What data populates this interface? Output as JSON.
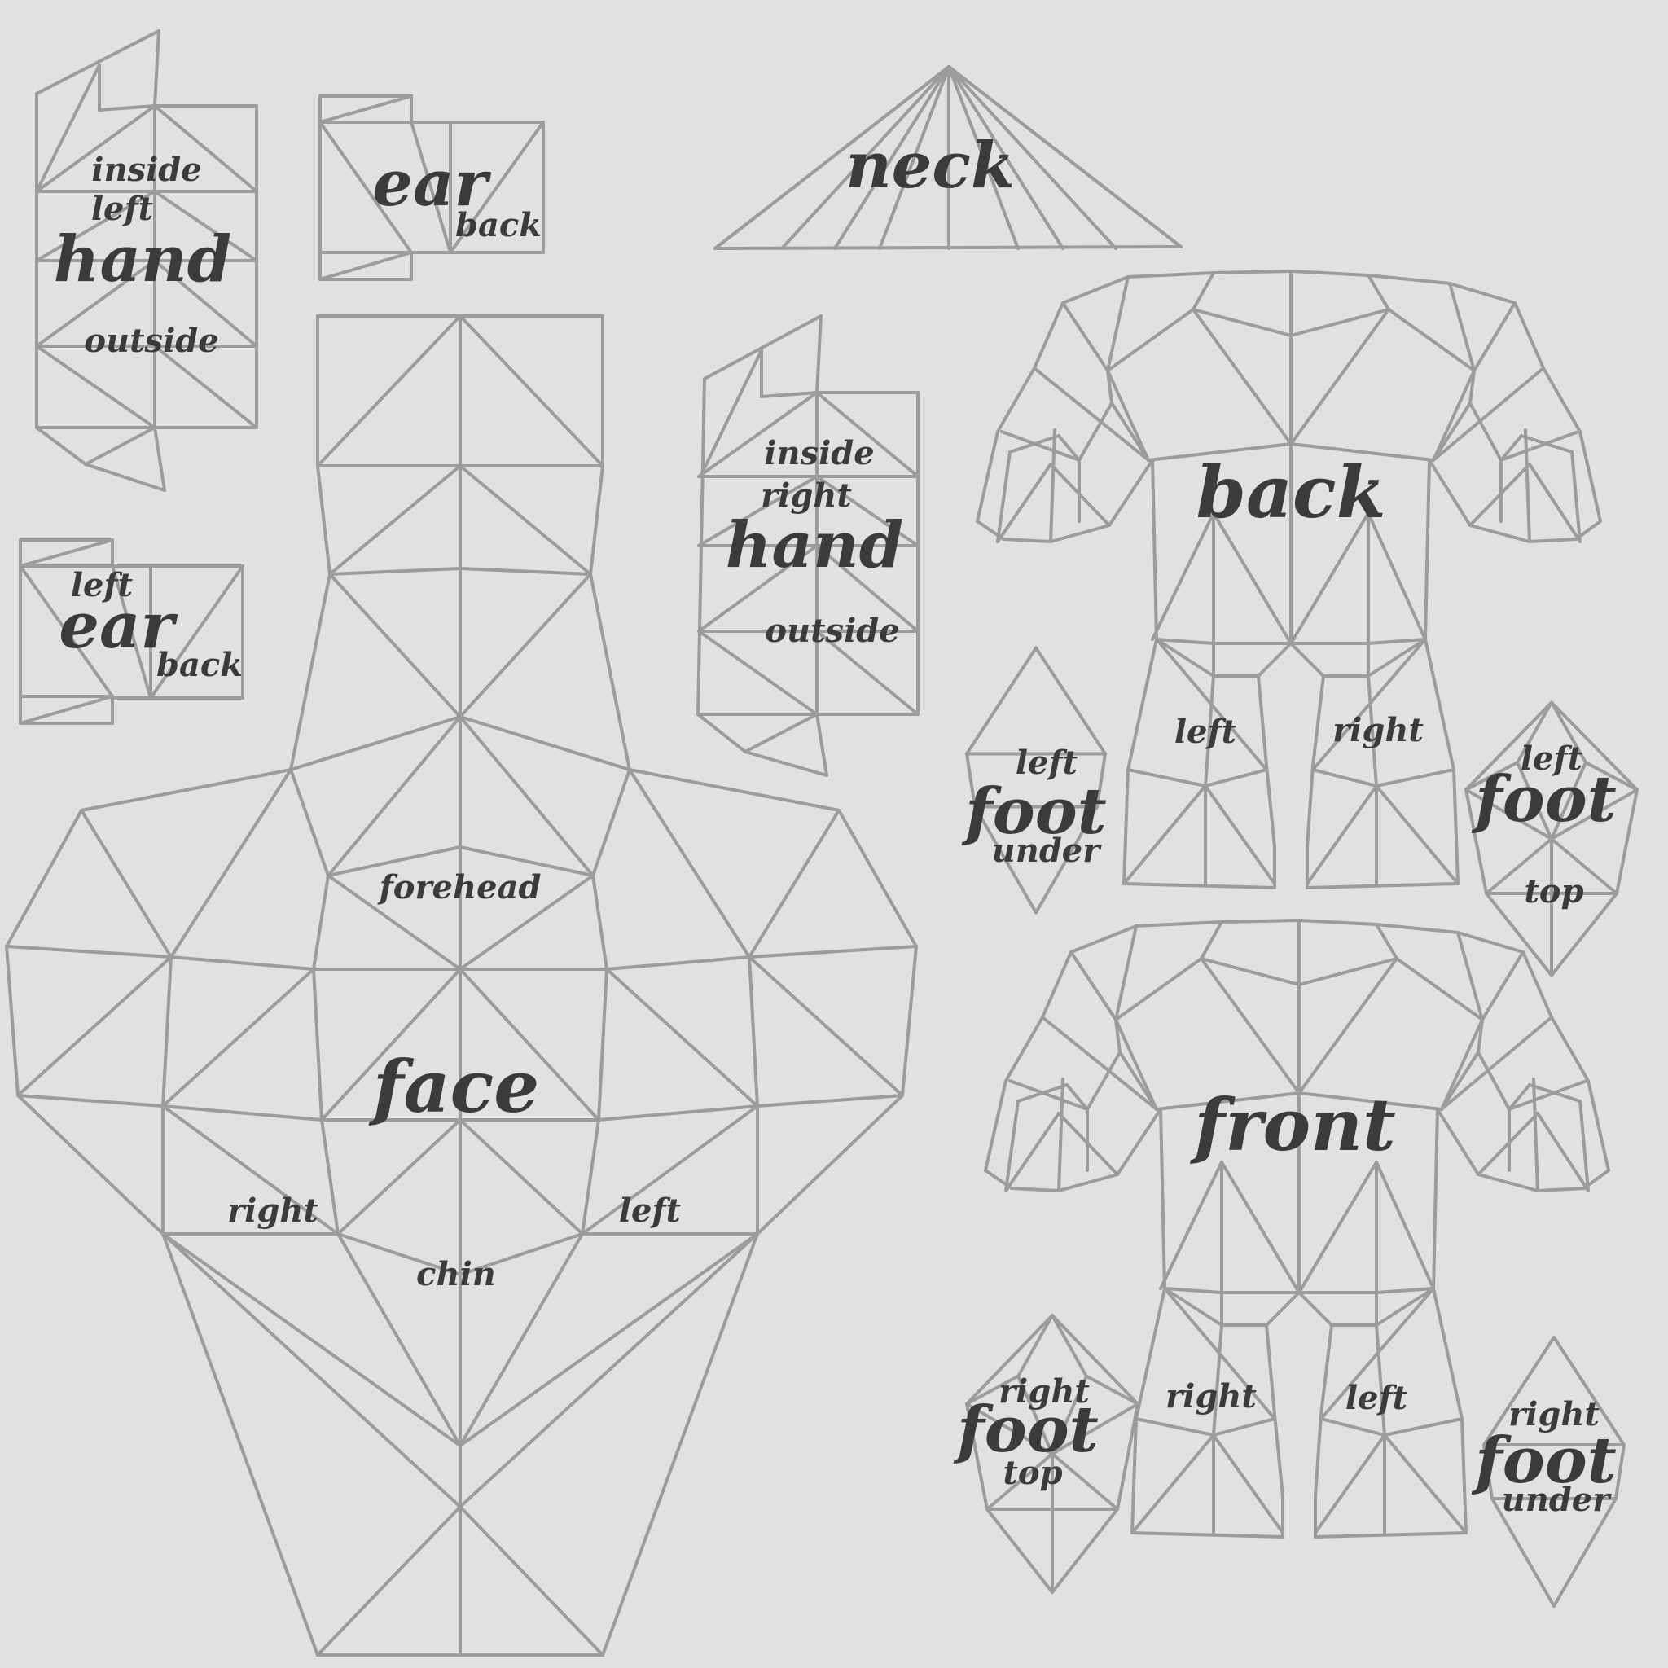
{
  "colors": {
    "background": "#e1e1e1",
    "wire": "#9c9c9c",
    "text": "#3b3b3b"
  },
  "labels": {
    "left_hand": {
      "inside": "inside",
      "side": "left",
      "name": "hand",
      "outside": "outside"
    },
    "ear_back": {
      "name": "ear",
      "sub": "back"
    },
    "neck": "neck",
    "right_hand": {
      "inside": "inside",
      "side": "right",
      "name": "hand",
      "outside": "outside"
    },
    "left_ear_back": {
      "side": "left",
      "name": "ear",
      "sub": "back"
    },
    "back": {
      "name": "back",
      "left": "left",
      "right": "right"
    },
    "left_foot_under": {
      "side": "left",
      "name": "foot",
      "sub": "under"
    },
    "left_foot_top": {
      "side": "left",
      "name": "foot",
      "sub": "top"
    },
    "face": {
      "forehead": "forehead",
      "name": "face",
      "right": "right",
      "left": "left",
      "chin": "chin"
    },
    "front": {
      "name": "front",
      "right": "right",
      "left": "left"
    },
    "right_foot_top": {
      "side": "right",
      "name": "foot",
      "sub": "top"
    },
    "right_foot_under": {
      "side": "right",
      "name": "foot",
      "sub": "under"
    }
  }
}
